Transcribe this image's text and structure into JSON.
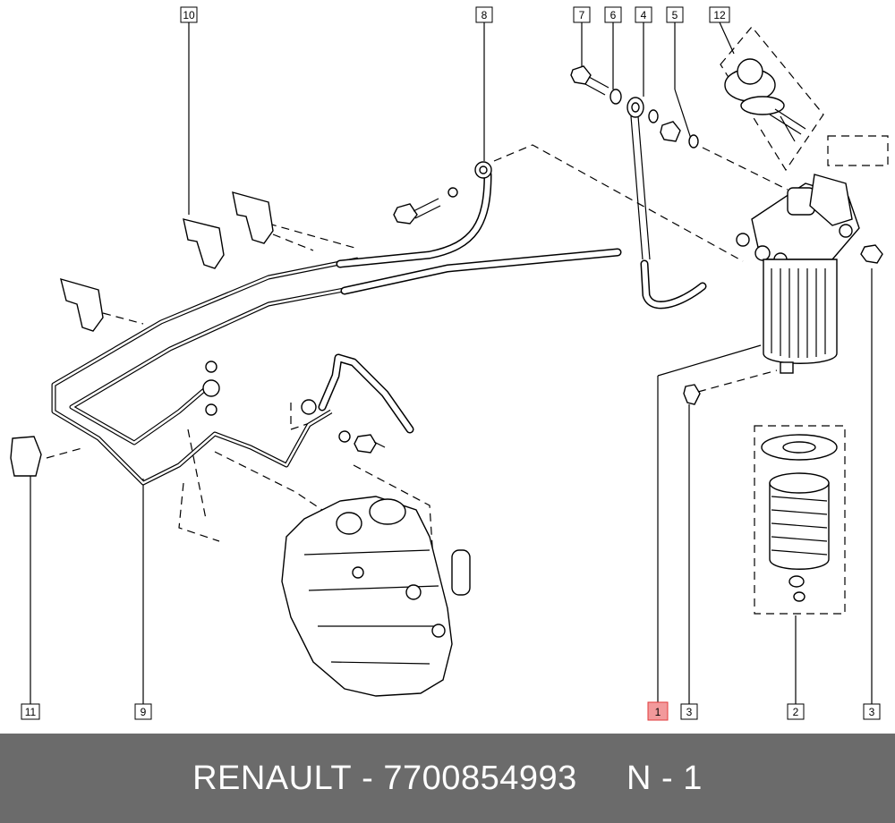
{
  "callouts": {
    "c10": "10",
    "c8": "8",
    "c7": "7",
    "c6": "6",
    "c4": "4",
    "c5": "5",
    "c12": "12",
    "c11": "11",
    "c9": "9",
    "c1": "1",
    "c3a": "3",
    "c2": "2",
    "c3b": "3"
  },
  "colors": {
    "highlight_fill": "#f2999b",
    "highlight_stroke": "#e23b3b",
    "footer_bg": "#6b6b6b"
  },
  "footer": {
    "brand": "RENAULT",
    "separator": " - ",
    "part_number": "7700854993",
    "position": "N - 1"
  }
}
